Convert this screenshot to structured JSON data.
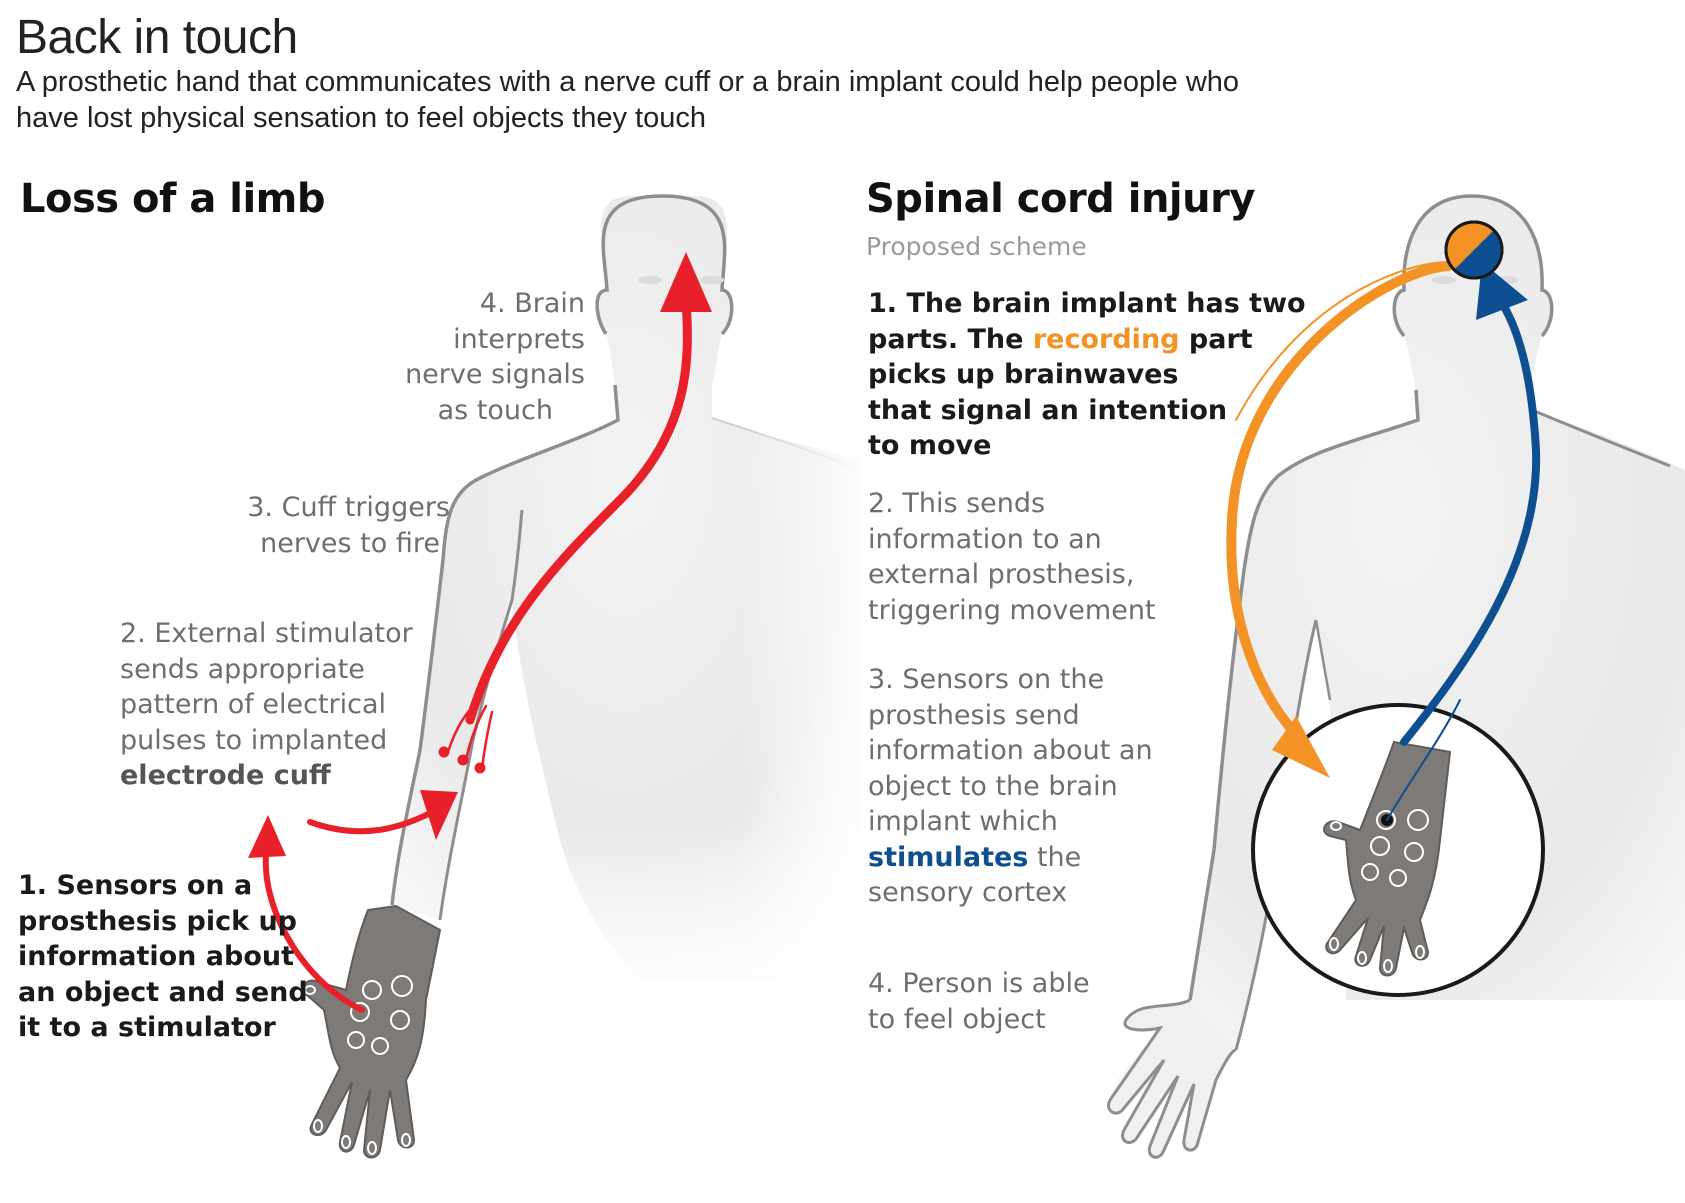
{
  "header": {
    "title": "Back in touch",
    "subtitle_lines": [
      "A prosthetic hand that communicates with a nerve cuff or a brain implant could help people who",
      "have lost physical sensation to feel objects they touch"
    ]
  },
  "left_panel": {
    "heading": "Loss of a limb",
    "step4": [
      "4. Brain",
      "interprets",
      "nerve signals",
      "as touch"
    ],
    "step3": [
      "3. Cuff triggers",
      "nerves to fire"
    ],
    "step2": [
      "2. External stimulator",
      "sends appropriate",
      "pattern of electrical",
      "pulses to implanted"
    ],
    "step2_bold": "electrode cuff",
    "step1": [
      "1. Sensors on a",
      "prosthesis pick up",
      "information about",
      "an object and send",
      "it to a stimulator"
    ]
  },
  "right_panel": {
    "heading": "Spinal cord injury",
    "note": "Proposed scheme",
    "step1": {
      "line1": "1. The brain implant has two",
      "line2_before": "parts. The ",
      "line2_highlight": "recording",
      "line2_after": " part",
      "rest": [
        "picks up brainwaves",
        "that signal an intention",
        "to move"
      ]
    },
    "step2": [
      "2. This sends",
      "information to an",
      "external prosthesis,",
      "triggering movement"
    ],
    "step3": {
      "lines": [
        "3. Sensors on the",
        "prosthesis send",
        "information about an",
        "object to the brain",
        "implant which"
      ],
      "highlight": "stimulates",
      "after": " the",
      "last": "sensory cortex"
    },
    "step4": [
      "4.  Person is able",
      "to feel object"
    ]
  },
  "colors": {
    "red_arrow": "#e8202a",
    "orange_arrow": "#f39325",
    "blue_arrow": "#0d4f91",
    "body_fill": "#ededed",
    "body_outline": "#8a8a8a",
    "prosthesis": "#7d7a77"
  }
}
